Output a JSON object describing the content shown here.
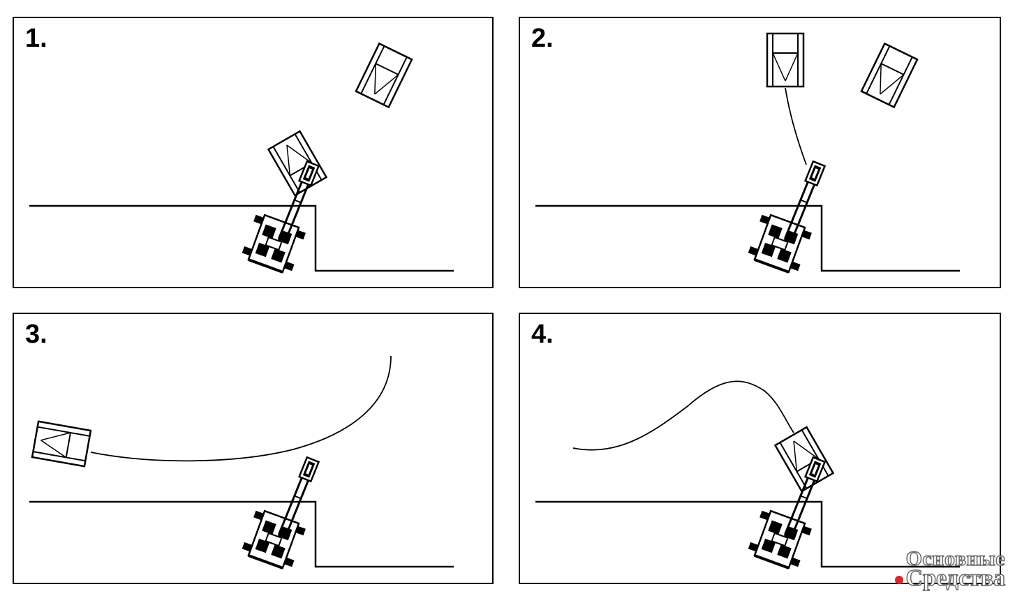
{
  "panels": [
    {
      "number": "1."
    },
    {
      "number": "2."
    },
    {
      "number": "3."
    },
    {
      "number": "4."
    }
  ],
  "watermark": {
    "line1": "Основные",
    "line2": "Средства"
  },
  "colors": {
    "stroke": "#000000",
    "background": "#ffffff",
    "watermark_dot": "#d8262a",
    "watermark_outline": "#6a6a6a"
  }
}
